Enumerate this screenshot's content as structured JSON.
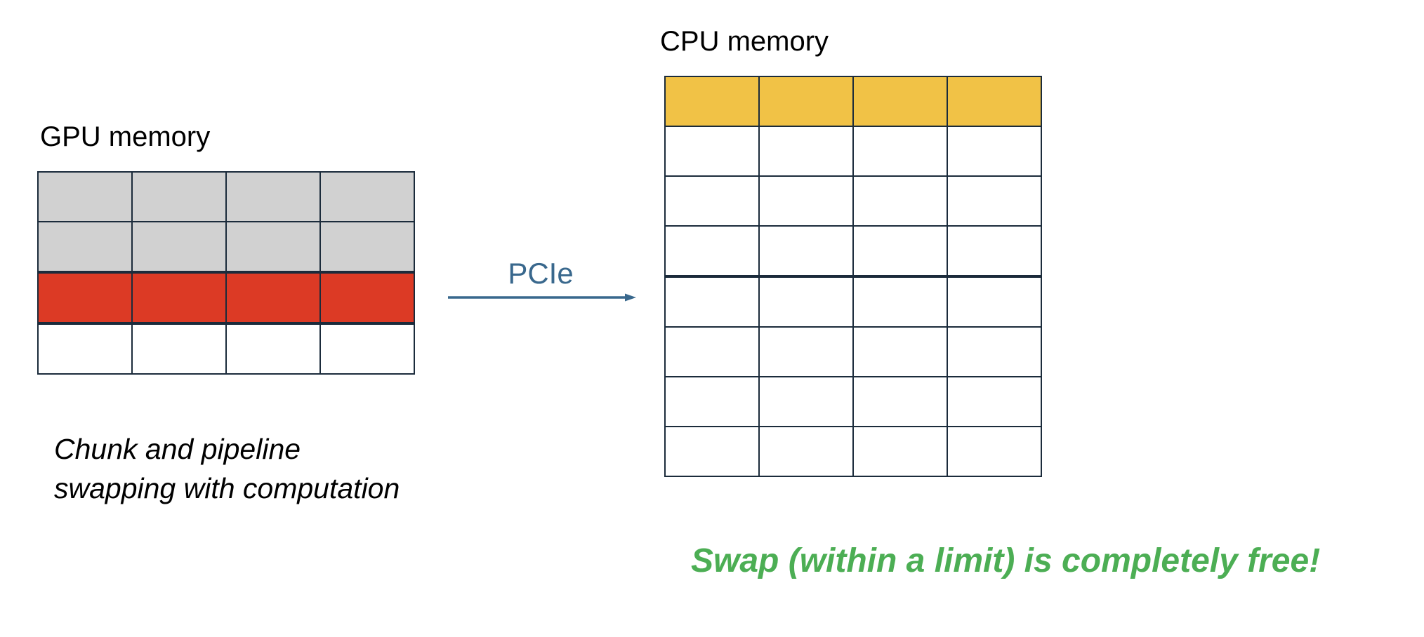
{
  "slide": {
    "gpu": {
      "label": "GPU memory",
      "caption_line1": "Chunk and pipeline",
      "caption_line2": "swapping with computation"
    },
    "interconnect": {
      "label": "PCIe"
    },
    "cpu": {
      "label": "CPU memory"
    },
    "callout": {
      "text": "Swap (within a limit) is completely free!"
    },
    "colors": {
      "border": "#1b2b3b",
      "gray": "#d1d1d1",
      "red": "#dc3a25",
      "yellow": "#f1c246",
      "white": "#ffffff",
      "blue": "#39688d",
      "green": "#4cae54",
      "text": "#000000"
    },
    "grids": {
      "gpu": {
        "columns": 4,
        "row_groups": [
          {
            "row_fills": [
              "gray",
              "gray"
            ]
          },
          {
            "row_fills": [
              "red"
            ]
          },
          {
            "row_fills": [
              "white"
            ]
          }
        ]
      },
      "cpu": {
        "columns": 4,
        "row_groups": [
          {
            "row_fills": [
              "yellow",
              "white",
              "white",
              "white"
            ]
          },
          {
            "row_fills": [
              "white",
              "white",
              "white",
              "white"
            ]
          }
        ]
      }
    }
  }
}
